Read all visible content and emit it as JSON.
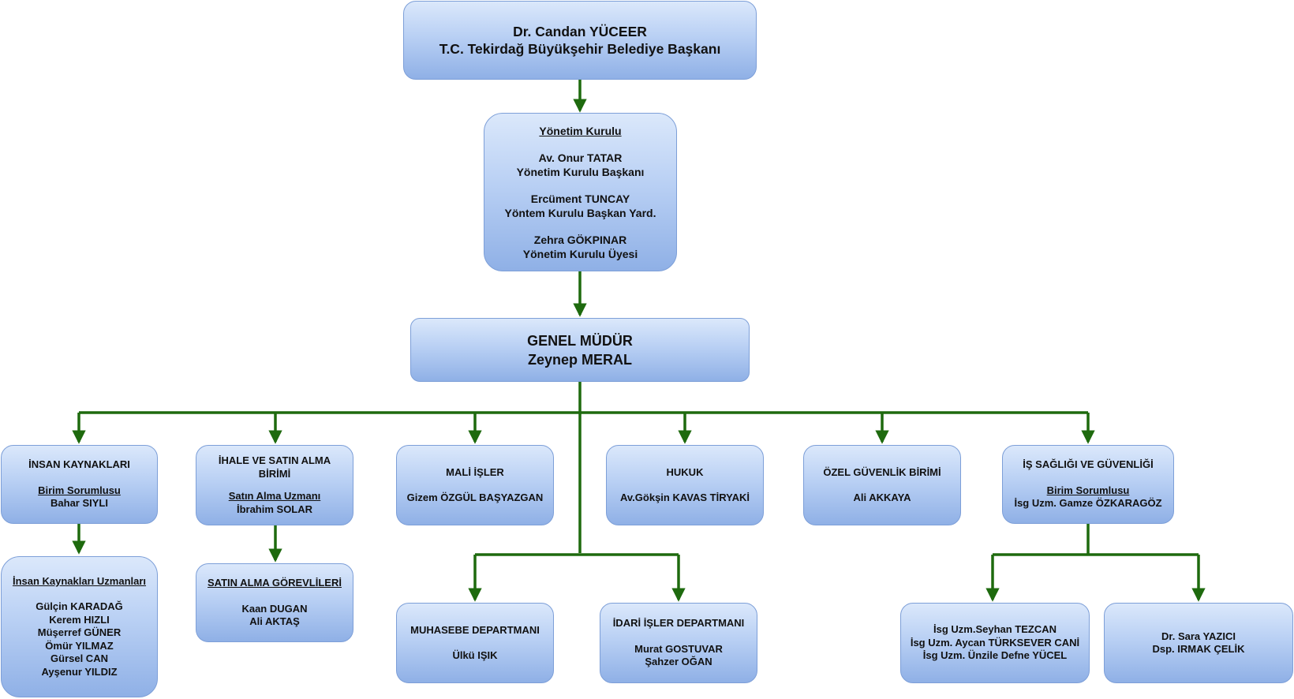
{
  "mayor": {
    "name": "Dr. Candan YÜCEER",
    "title": "T.C. Tekirdağ Büyükşehir Belediye Başkanı"
  },
  "board": {
    "heading": "Yönetim Kurulu",
    "members": [
      {
        "name": "Av. Onur TATAR",
        "role": "Yönetim Kurulu Başkanı"
      },
      {
        "name": "Ercüment TUNCAY",
        "role": "Yöntem Kurulu Başkan Yard."
      },
      {
        "name": "Zehra GÖKPINAR",
        "role": "Yönetim Kurulu Üyesi"
      }
    ]
  },
  "general_manager": {
    "title": "GENEL MÜDÜR",
    "name": "Zeynep MERAL"
  },
  "units": {
    "hr": {
      "title": "İNSAN KAYNAKLARI",
      "role": "Birim Sorumlusu",
      "person": "Bahar SIYLI"
    },
    "procurement": {
      "title": "İHALE VE SATIN ALMA BİRİMİ",
      "role": "Satın Alma Uzmanı",
      "person": "İbrahim SOLAR"
    },
    "finance": {
      "title": "MALİ İŞLER",
      "person": "Gizem ÖZGÜL BAŞYAZGAN"
    },
    "legal": {
      "title": "HUKUK",
      "person": "Av.Gökşin KAVAS TİRYAKİ"
    },
    "security": {
      "title": "ÖZEL GÜVENLİK BİRİMİ",
      "person": "Ali AKKAYA"
    },
    "ohs": {
      "title": "İŞ SAĞLIĞI VE GÜVENLİĞİ",
      "role": "Birim Sorumlusu",
      "person": "İsg Uzm. Gamze ÖZKARAGÖZ"
    }
  },
  "sub_units": {
    "hr_specialists": {
      "title": "İnsan Kaynakları Uzmanları",
      "people": [
        "Gülçin KARADAĞ",
        "Kerem HIZLI",
        "Müşerref GÜNER",
        "Ömür YILMAZ",
        "Gürsel CAN",
        "Ayşenur YILDIZ"
      ]
    },
    "procurement_staff": {
      "title": "SATIN ALMA GÖREVLİLERİ",
      "people": [
        "Kaan DUGAN",
        "Ali AKTAŞ"
      ]
    },
    "accounting": {
      "title": "MUHASEBE DEPARTMANI",
      "person": "Ülkü IŞIK"
    },
    "admin": {
      "title": "İDARİ İŞLER DEPARTMANI",
      "people": [
        "Murat GOSTUVAR",
        "Şahzer OĞAN"
      ]
    },
    "ohs_specialists": {
      "people": [
        "İsg Uzm.Seyhan TEZCAN",
        "İsg Uzm. Aycan TÜRKSEVER CANİ",
        "İsg Uzm. Ünzile Defne YÜCEL"
      ]
    },
    "ohs_medical": {
      "people": [
        "Dr. Sara YAZICI",
        "Dsp. IRMAK ÇELİK"
      ]
    }
  },
  "colors": {
    "connector": "#1e6a0e",
    "box_border": "#7d9fd8",
    "box_top": "#dbe8fb",
    "box_bottom": "#8fb0e6"
  }
}
